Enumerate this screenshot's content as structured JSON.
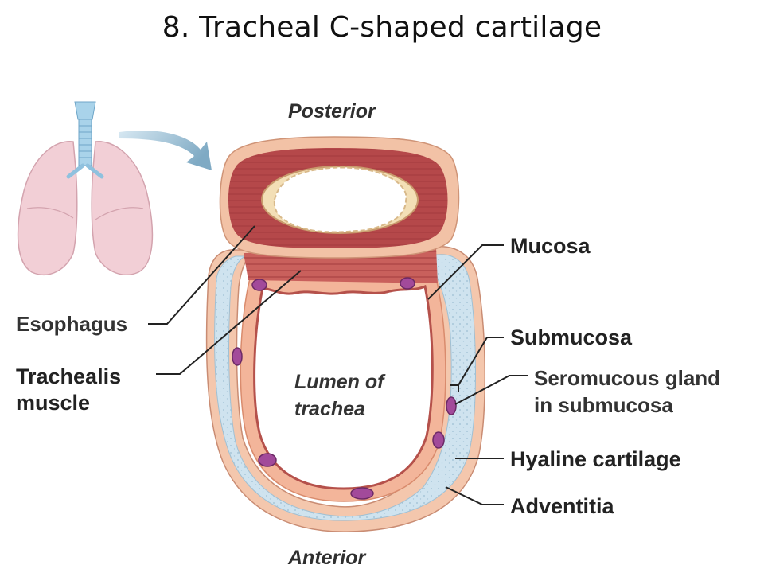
{
  "title": "8. Tracheal C-shaped cartilage",
  "orientation": {
    "top": "Posterior",
    "bottom": "Anterior"
  },
  "lumen_label": [
    "Lumen of",
    "trachea"
  ],
  "labels": {
    "esophagus": "Esophagus",
    "trachealis": [
      "Trachealis",
      "muscle"
    ],
    "mucosa": "Mucosa",
    "submucosa": "Submucosa",
    "seromucous": [
      "Seromucous gland",
      "in submucosa"
    ],
    "hyaline": "Hyaline cartilage",
    "adventitia": "Adventitia"
  },
  "colors": {
    "esophagus_muscle": "#b5484a",
    "esophagus_outer": "#f2c2a6",
    "cartilage": "#cfe3ef",
    "mucosa": "#f3b59a",
    "gland": "#a24a9a",
    "lung": "#f2cfd6",
    "trachea_icon": "#a9d3ea",
    "arrow": "#8fb8cf"
  }
}
